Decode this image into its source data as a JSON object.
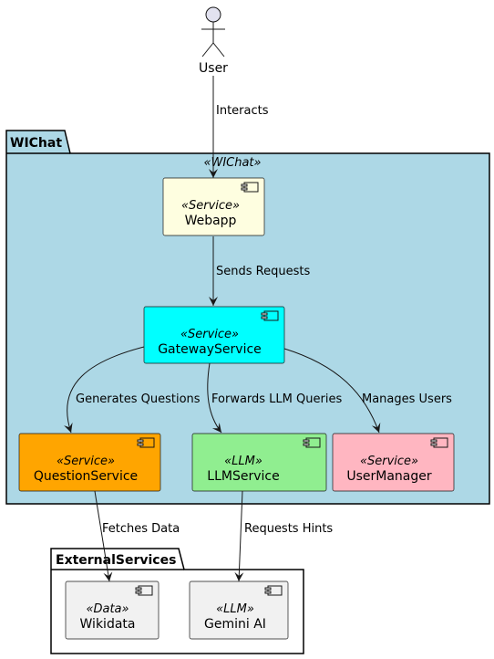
{
  "actor": {
    "name": "User"
  },
  "packages": {
    "wichat": {
      "title": "WIChat",
      "stereotype": "«WIChat»",
      "fill": "#ADD8E6"
    },
    "external": {
      "title": "ExternalServices",
      "fill": "#FFFFFF"
    }
  },
  "components": {
    "webapp": {
      "stereotype": "«Service»",
      "name": "Webapp",
      "fill": "#FEFEE0"
    },
    "gateway": {
      "stereotype": "«Service»",
      "name": "GatewayService",
      "fill": "#00FFFF"
    },
    "question": {
      "stereotype": "«Service»",
      "name": "QuestionService",
      "fill": "#FFA500"
    },
    "llm": {
      "stereotype": "«LLM»",
      "name": "LLMService",
      "fill": "#90EE90"
    },
    "user_manager": {
      "stereotype": "«Service»",
      "name": "UserManager",
      "fill": "#FFB6C1"
    },
    "wikidata": {
      "stereotype": "«Data»",
      "name": "Wikidata",
      "fill": "#F1F1F1"
    },
    "gemini": {
      "stereotype": "«LLM»",
      "name": "Gemini AI",
      "fill": "#F1F1F1"
    }
  },
  "edges": {
    "interacts": "Interacts",
    "sends_requests": "Sends Requests",
    "generates_questions": "Generates Questions",
    "forwards_llm": "Forwards LLM Queries",
    "manages_users": "Manages Users",
    "fetches_data": "Fetches Data",
    "requests_hints": "Requests Hints"
  }
}
